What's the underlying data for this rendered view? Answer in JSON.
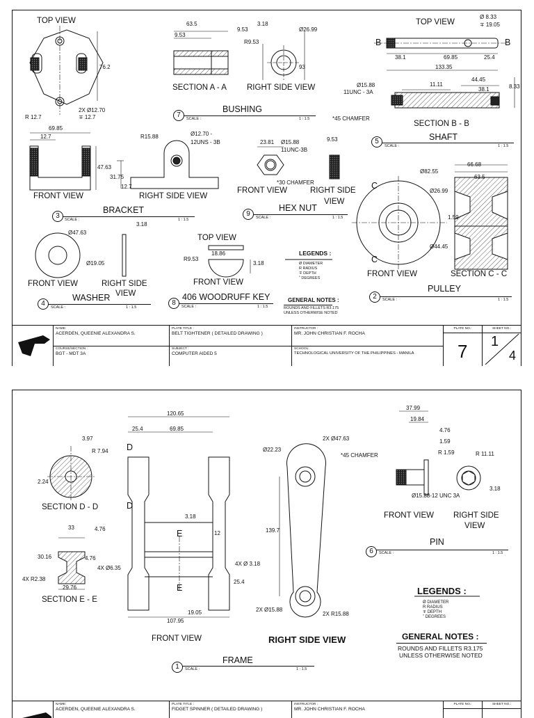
{
  "sheet1": {
    "views": {
      "bushing_dims": [
        "63.5",
        "9.53",
        "9.53",
        "3.18",
        "Ø26.99",
        "R9.53",
        "93"
      ],
      "section_aa_label": "SECTION A - A",
      "bushing_right_side": "RIGHT SIDE VIEW",
      "bushing_top_view": "TOP VIEW",
      "bracket_top_dims": [
        "76.2",
        "R 12.7",
        "2X Ø12.70",
        "∓ 12.7"
      ],
      "bracket_front_dims": [
        "69.85",
        "12.7",
        "47.63"
      ],
      "bracket_side_dims": [
        "R15.88",
        "Ø12.70 -",
        "12UNS - 3B",
        "31.75",
        "12.7"
      ],
      "bracket_front_view": "FRONT VIEW",
      "bracket_right_side": "RIGHT SIDE VIEW",
      "hexnut_dims": [
        "23.81",
        "Ø15.88",
        "11UNC-3B",
        "9.53",
        "*30 CHAMFER"
      ],
      "hexnut_front": "FRONT VIEW",
      "hexnut_right_a": "RIGHT SIDE",
      "hexnut_right_b": "VIEW",
      "shaft_top_view": "TOP VIEW",
      "shaft_dims": [
        "Ø 8.33",
        "∓ 19.05",
        "B",
        "B",
        "38.1",
        "69.85",
        "25.4",
        "133.35",
        "44.45",
        "38.1",
        "11.11",
        "8.33",
        "Ø15.88",
        "11UNC - 3A",
        "*45 CHAMFER"
      ],
      "section_bb_label": "SECTION B - B",
      "pulley_dims": [
        "66.68",
        "63.5",
        "Ø82.55",
        "Ø26.99",
        "Ø44.45",
        "1.59",
        "C",
        "C"
      ],
      "pulley_front": "FRONT VIEW",
      "section_cc_label": "SECTION C - C",
      "washer_dims": [
        "Ø47.63",
        "Ø19.05",
        "3.18"
      ],
      "washer_front": "FRONT VIEW",
      "washer_right_a": "RIGHT SIDE",
      "washer_right_b": "VIEW",
      "key_top": "TOP VIEW",
      "key_dims": [
        "18.86",
        "R9.53",
        "3.18"
      ],
      "key_front": "FRONT VIEW"
    },
    "parts": [
      {
        "num": "7",
        "name": "BUSHING",
        "scale_label": "SCALE :",
        "scale": "1 : 1.5"
      },
      {
        "num": "5",
        "name": "SHAFT",
        "scale_label": "SCALE :",
        "scale": "1 : 1.5"
      },
      {
        "num": "3",
        "name": "BRACKET",
        "scale_label": "SCALE :",
        "scale": "1 : 1.5"
      },
      {
        "num": "9",
        "name": "HEX NUT",
        "scale_label": "SCALE :",
        "scale": "1 : 1.5"
      },
      {
        "num": "2",
        "name": "PULLEY",
        "scale_label": "SCALE :",
        "scale": "1 : 1.5"
      },
      {
        "num": "4",
        "name": "WASHER",
        "scale_label": "SCALE :",
        "scale": "1 : 1.5"
      },
      {
        "num": "8",
        "name": "406 WOODRUFF KEY",
        "scale_label": "SCALE :",
        "scale": "1 : 1.5"
      }
    ],
    "legends": {
      "title": "LEGENDS :",
      "items": [
        "Ø   DIAMETER",
        "R   RADIUS",
        "∓   DEPTH",
        "˚   DEGREES"
      ]
    },
    "general_notes": {
      "title": "GENERAL NOTES :",
      "line1": "ROUNDS AND FILLETS R3.175",
      "line2": "UNLESS OTHERWISE NOTED"
    },
    "title_block": {
      "name_cap": "NAME:",
      "name": "ACERDEN, QUEENIE ALEXANDRA S.",
      "course_cap": "COURSE/SECTION :",
      "course": "BGT - MDT 3A",
      "plate_title_cap": "PLATE TITLE :",
      "plate_title": "BELT TIGHTENER ( DETAILED DRAWING )",
      "subject_cap": "SUBJECT :",
      "subject": "COMPUTER AIDED 5",
      "instructor_cap": "INSTRUCTOR :",
      "instructor": "MR. JOHN CHRISTIAN F. ROCHA",
      "school_cap": "SCHOOL:",
      "school": "TECHNOLOGICAL UNIVERSITY OF THE PHILIPPINES - MANILA",
      "plate_no_cap": "PLATE NO.:",
      "plate_no": "7",
      "sheet_no_cap": "SHEET NO.:",
      "sheet_no": "1",
      "sheet_total": "4"
    }
  },
  "sheet2": {
    "views": {
      "section_dd_dims": [
        "3.97",
        "R 7.94",
        "2.24"
      ],
      "section_dd_label": "SECTION D - D",
      "section_ee_dims": [
        "33",
        "4.76",
        "30.16",
        "4.76",
        "4X R2.38",
        "29.76"
      ],
      "section_ee_label": "SECTION E - E",
      "frame_dims": [
        "120.65",
        "25.4",
        "69.85",
        "3.18",
        "12",
        "4X Ø6.35",
        "4X Ø 3.18",
        "25.4",
        "19.05",
        "107.95",
        "D",
        "D",
        "E",
        "E"
      ],
      "frame_front": "FRONT VIEW",
      "frame_right_side": "RIGHT SIDE VIEW",
      "arm_dims": [
        "Ø22.23",
        "2X Ø47.63",
        "139.7",
        "2X Ø15.88",
        "2X R15.88"
      ],
      "pin_dims": [
        "37.99",
        "19.84",
        "4.76",
        "1.59",
        "R 1.59",
        "R 11.11",
        "*45 CHAMFER",
        "Ø15.88-12 UNC 3A",
        "3.18"
      ],
      "pin_front": "FRONT VIEW",
      "pin_right_a": "RIGHT SIDE",
      "pin_right_b": "VIEW"
    },
    "parts": [
      {
        "num": "6",
        "name": "PIN",
        "scale_label": "SCALE :",
        "scale": "1 : 1.5"
      },
      {
        "num": "1",
        "name": "FRAME",
        "scale_label": "SCALE :",
        "scale": "1 : 1.5"
      }
    ],
    "legends": {
      "title": "LEGENDS :",
      "items": [
        "Ø   DIAMETER",
        "R   RADIUS",
        "∓   DEPTH",
        "˚   DEGREES"
      ]
    },
    "general_notes": {
      "title": "GENERAL NOTES :",
      "line1": "ROUNDS AND FILLETS R3.175",
      "line2": "UNLESS OTHERWISE NOTED"
    },
    "title_block": {
      "name_cap": "NAME:",
      "name": "ACERDEN, QUEENIE ALEXANDRA S.",
      "plate_title_cap": "PLATE TITLE :",
      "plate_title": "FIDGET SPINNER ( DETAILED DRAWING )",
      "instructor_cap": "INSTRUCTOR :",
      "instructor": "MR. JOHN CHRISTIAN F. ROCHA",
      "plate_no_cap": "PLATE NO.:",
      "sheet_no_cap": "SHEET NO.:"
    }
  }
}
